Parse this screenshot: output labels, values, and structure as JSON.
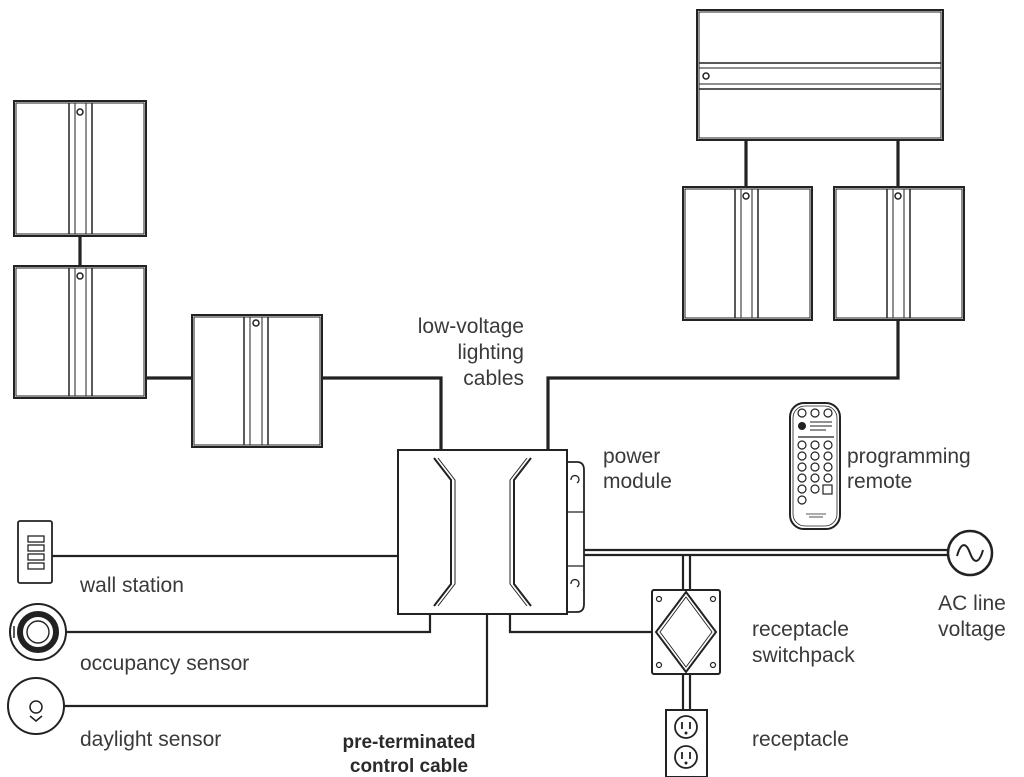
{
  "labels": {
    "low_voltage_line1": "low-voltage",
    "low_voltage_line2": "lighting",
    "low_voltage_line3": "cables",
    "power_module_line1": "power",
    "power_module_line2": "module",
    "programming_remote_line1": "programming",
    "programming_remote_line2": "remote",
    "wall_station": "wall station",
    "occupancy_sensor": "occupancy sensor",
    "daylight_sensor": "daylight sensor",
    "pre_terminated_line1": "pre-terminated",
    "pre_terminated_line2": "control cable",
    "receptacle_switchpack_line1": "receptacle",
    "receptacle_switchpack_line2": "switchpack",
    "receptacle": "receptacle",
    "ac_line_voltage_line1": "AC line",
    "ac_line_voltage_line2": "voltage"
  },
  "icons": {
    "ac_source": "sine-wave-circle-icon",
    "remote": "remote-control-icon",
    "wall_station": "keypad-icon",
    "occupancy_sensor": "occupancy-sensor-icon",
    "daylight_sensor": "daylight-sensor-icon",
    "receptacle": "duplex-outlet-icon"
  }
}
